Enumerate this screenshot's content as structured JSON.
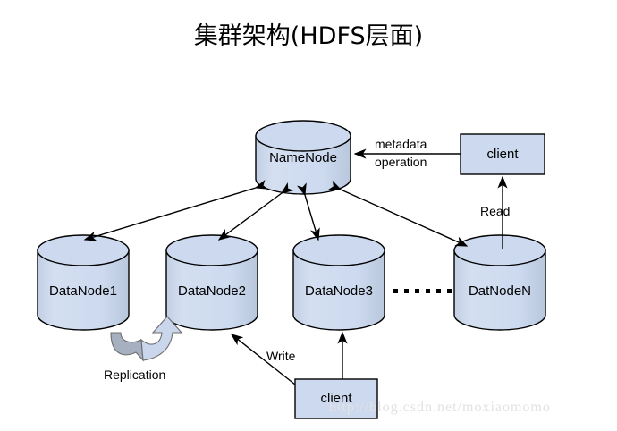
{
  "title": "集群架构(HDFS层面)",
  "watermark": "http://blog.csdn.net/moxiaomomo",
  "colors": {
    "node_fill": "#ccd9ef",
    "node_stroke": "#000000",
    "cylinder_side_shade": "#c2cfe4",
    "replication_arrow_dark": "#a6b0c1",
    "replication_arrow_light": "#c9d6ec",
    "line": "#000000",
    "text": "#000000",
    "watermark": "#e2e2e2",
    "background": "#ffffff"
  },
  "nodes": {
    "namenode": {
      "label": "NameNode",
      "type": "cylinder"
    },
    "datanode1": {
      "label": "DataNode1",
      "type": "cylinder"
    },
    "datanode2": {
      "label": "DataNode2",
      "type": "cylinder"
    },
    "datanode3": {
      "label": "DataNode3",
      "type": "cylinder"
    },
    "datanodeN": {
      "label": "DatNodeN",
      "type": "cylinder"
    },
    "client_top": {
      "label": "client",
      "type": "rectangle"
    },
    "client_bottom": {
      "label": "client",
      "type": "rectangle"
    }
  },
  "edge_labels": {
    "metadata_line1": "metadata",
    "metadata_line2": "operation",
    "read": "Read",
    "write": "Write",
    "replication": "Replication"
  },
  "ellipsis": {
    "label": "......",
    "dot_count": 6
  }
}
